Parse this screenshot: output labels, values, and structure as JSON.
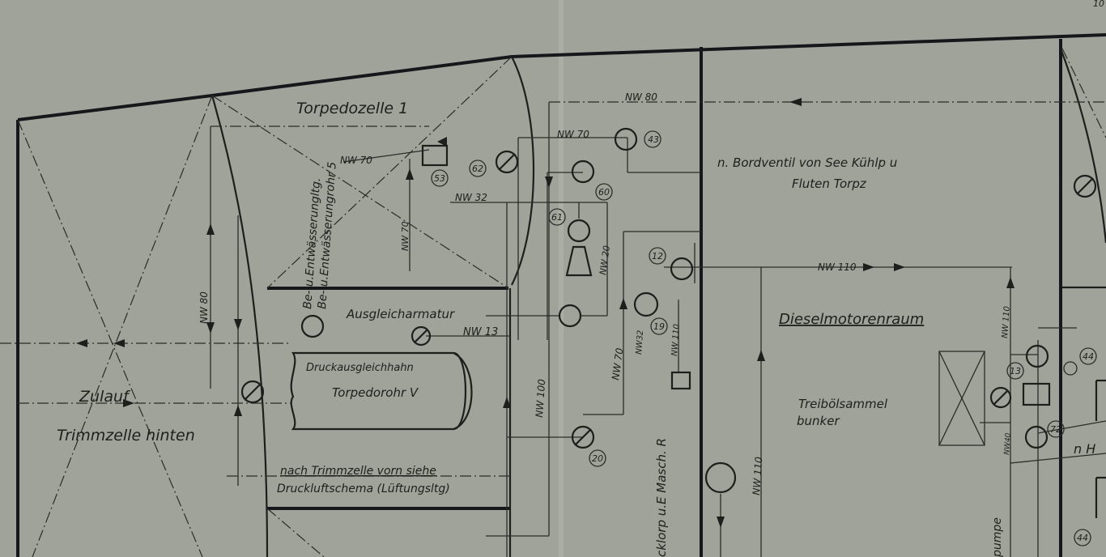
{
  "drawing": {
    "corner_mark": "10",
    "compartments": {
      "torpedo_cell": "Torpedozelle 1",
      "diesel_room": "Dieselmotorenraum",
      "trim_cell_aft": "Trimmzelle hinten",
      "inflow": "Zulauf"
    },
    "labels": {
      "vent_line_1": "Be- u.Entwässerungltg.",
      "vent_line_2": "Be- u.Entwässerungrohr 5",
      "compensating_fitting": "Ausgleicharmatur",
      "pressure_cock": "Druckausgleichhahn",
      "torpedo_tube": "Torpedorohr V",
      "sea_valve_1": "n. Bordventil von See Kühlp u",
      "sea_valve_2": "Fluten Torpz",
      "fuel_bunker_1": "Treibölsammel",
      "fuel_bunker_2": "bunker",
      "trim_fwd_1": "nach Trimmzelle vorn siehe",
      "trim_fwd_2": "Druckluftschema (Lüftungsltg)",
      "machine_room": "cklorp u.E Masch. R",
      "pump": "pumpe",
      "n_h": "n H"
    },
    "pipe_sizes": {
      "nw80_top": "NW 80",
      "nw70_a": "NW 70",
      "nw70_b": "NW 70",
      "nw70_vert": "NW 70",
      "nw70_right": "NW 70",
      "nw32": "NW 32",
      "nw13": "NW 13",
      "nw20": "NW 20",
      "nw80_left": "NW 80",
      "nw100": "NW 100",
      "nw110_h": "NW 110",
      "nw110_v": "NW 110",
      "nw110_small": "NW 110",
      "nw32_small": "NW32",
      "nw110_right": "NW 110",
      "nw40": "NW40"
    },
    "symbol_numbers": {
      "s43": "43",
      "s53": "53",
      "s60": "60",
      "s61": "61",
      "s62": "62",
      "s12": "12",
      "s19": "19",
      "s20": "20",
      "s13": "13",
      "s44a": "44",
      "s44b": "44",
      "s72": "72"
    },
    "colors": {
      "paper": "#9fa39a",
      "ink": "#1d1f1c"
    }
  }
}
